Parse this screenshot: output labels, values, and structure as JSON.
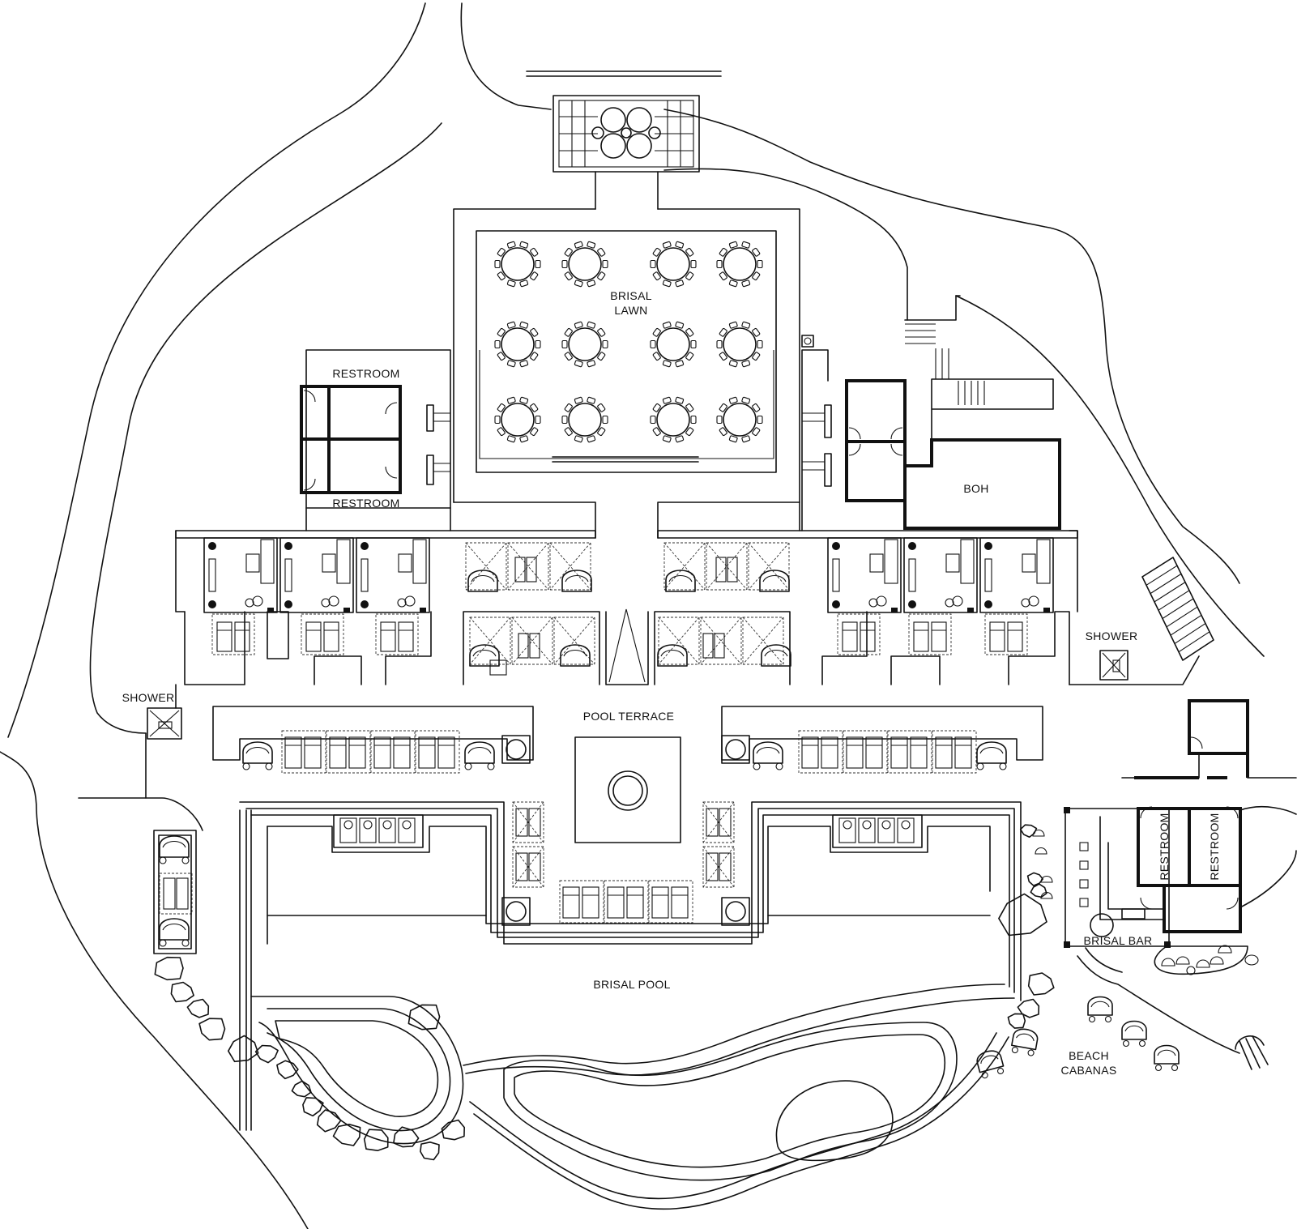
{
  "map": {
    "labels": {
      "brisal_lawn_line1": "BRISAL",
      "brisal_lawn_line2": "LAWN",
      "restroom_top_left": "RESTROOM",
      "restroom_bottom_left": "RESTROOM",
      "boh": "BOH",
      "shower_right": "SHOWER",
      "shower_left": "SHOWER",
      "pool_terrace": "POOL TERRACE",
      "brisal_pool": "BRISAL POOL",
      "restroom_bar_1": "RESTROOM",
      "restroom_bar_2": "RESTROOM",
      "brisal_bar": "BRISAL BAR",
      "beach_cabanas_line1": "BEACH",
      "beach_cabanas_line2": "CABANAS"
    }
  }
}
